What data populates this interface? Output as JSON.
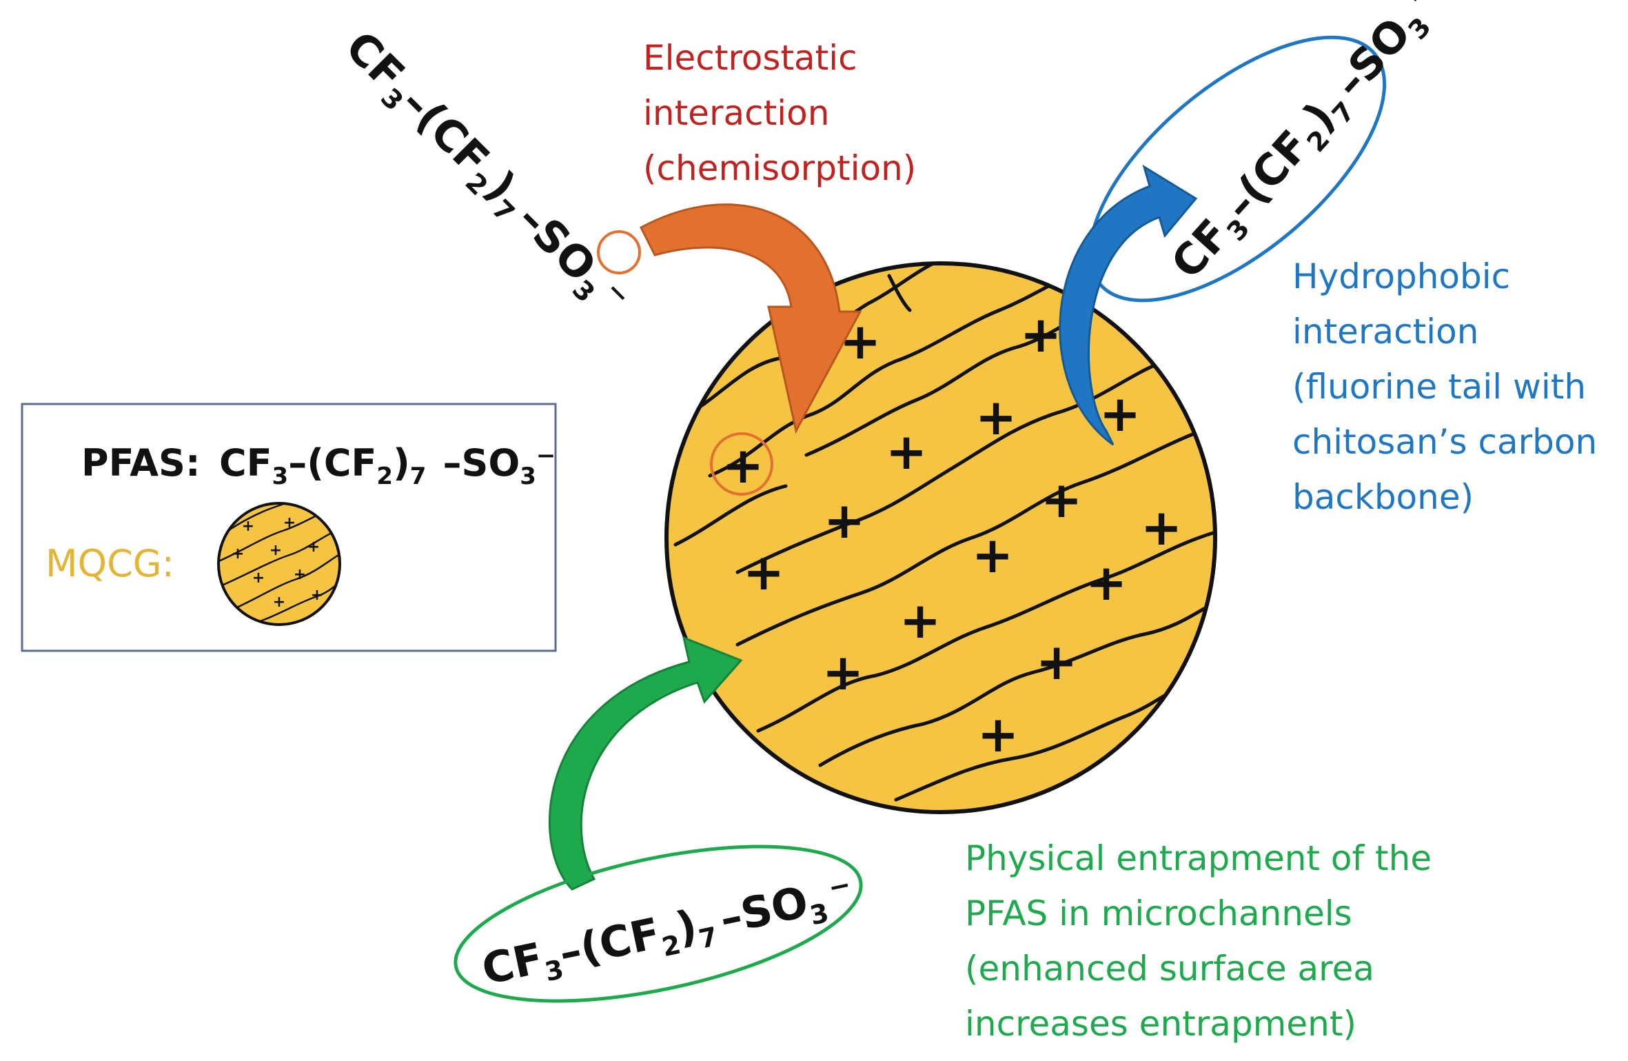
{
  "colors": {
    "particle_fill": "#f5c443",
    "particle_stroke": "#111111",
    "electrostatic": "#c0221f",
    "electrostatic_arrow": "#e2702f",
    "hydrophobic": "#1f76c2",
    "entrapment": "#1ea94c",
    "mqcg_label": "#e2b534",
    "legend_border": "#5a6e8c"
  },
  "symbols": {
    "plus": "+",
    "minus": "−",
    "dash": "–"
  },
  "pfas": {
    "cf": "CF",
    "three": "3",
    "open_group": "(CF",
    "two": "2",
    "close_group": ")",
    "seven": "7",
    "so": "SO"
  },
  "legend": {
    "pfas_label": "PFAS:",
    "mqcg_label": "MQCG:"
  },
  "electrostatic": {
    "lines": [
      "Electrostatic",
      "interaction",
      "(chemisorption)"
    ]
  },
  "hydrophobic": {
    "lines": [
      "Hydrophobic",
      "interaction",
      "(fluorine tail with",
      "chitosan’s carbon",
      "backbone)"
    ]
  },
  "entrapment": {
    "lines": [
      "Physical entrapment  of the",
      "PFAS in microchannels",
      "(enhanced surface area",
      "increases entrapment)"
    ]
  }
}
